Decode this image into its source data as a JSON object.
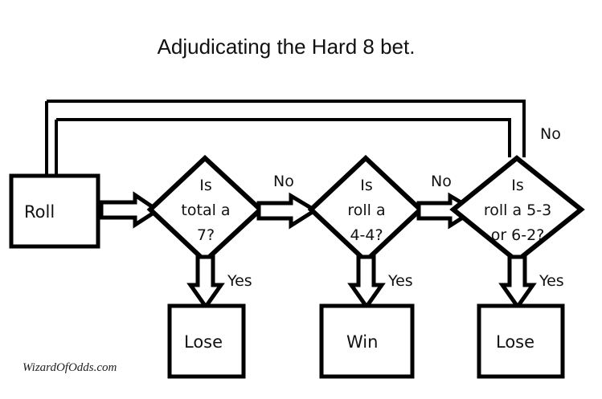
{
  "title": "Adjudicating the Hard 8 bet.",
  "watermark": "WizardOfOdds.com",
  "nodes": {
    "start": {
      "label": "Roll",
      "shape": "rect"
    },
    "decision1": {
      "line1": "Is",
      "line2": "total a",
      "line3": "7?",
      "shape": "diamond"
    },
    "decision2": {
      "line1": "Is",
      "line2": "roll a",
      "line3": "4-4?",
      "shape": "diamond"
    },
    "decision3": {
      "line1": "Is",
      "line2": "roll a 5-3",
      "line3": "or 6-2?",
      "shape": "diamond"
    },
    "outcome1": {
      "label": "Lose",
      "shape": "rect"
    },
    "outcome2": {
      "label": "Win",
      "shape": "rect"
    },
    "outcome3": {
      "label": "Lose",
      "shape": "rect"
    }
  },
  "edge_labels": {
    "d1_no": "No",
    "d1_yes": "Yes",
    "d2_no": "No",
    "d2_yes": "Yes",
    "d3_no": "No",
    "d3_yes": "Yes"
  },
  "colors": {
    "background": "#ffffff",
    "stroke": "#000000",
    "text": "#111111"
  }
}
